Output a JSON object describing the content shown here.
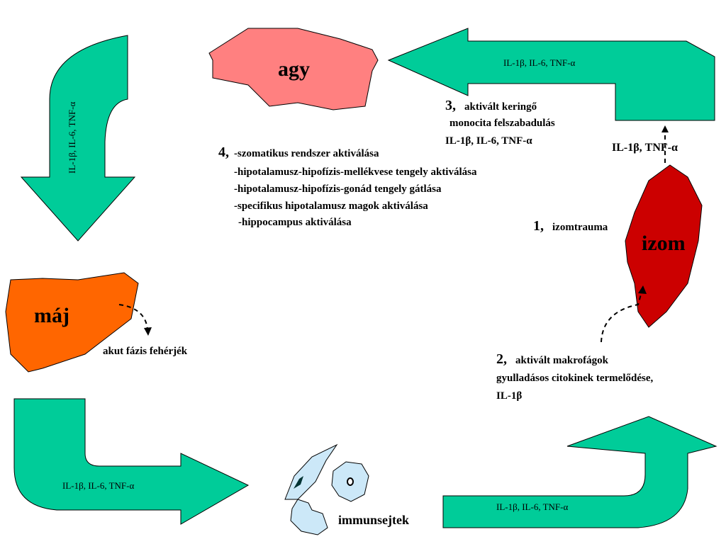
{
  "colors": {
    "arrow": "#00cc99",
    "brain": "#ff8080",
    "muscle": "#cc0000",
    "liver": "#ff6600",
    "cells": "#cce8f8"
  },
  "organs": {
    "brain": "agy",
    "muscle": "izom",
    "liver": "máj",
    "immune": "immunsejtek"
  },
  "arrows": {
    "top_right": "IL-1β, IL-6, TNF-α",
    "left_vertical": "IL-1β, IL-6, TNF-α",
    "bottom_left": "IL-1β, IL-6, TNF-α",
    "bottom_right": "IL-1β, IL-6, TNF-α"
  },
  "steps": {
    "s1": {
      "num": "1,",
      "text": "izomtrauma"
    },
    "s2": {
      "num": "2,",
      "line1": "aktivált makrofágok",
      "line2": "gyulladásos citokinek termelődése,",
      "line3": "IL-1β"
    },
    "s3": {
      "num": "3,",
      "line1": "aktivált keringő",
      "line2": "monocita felszabadulás",
      "line3": "IL-1β, IL-6, TNF-α"
    },
    "s4": {
      "num": "4,",
      "line1": "-szomatikus rendszer aktiválása",
      "items": [
        "-hipotalamusz-hipofízis-mellékvese tengely aktiválása",
        "-hipotalamusz-hipofízis-gonád tengely gátlása",
        "-specifikus hipotalamusz magok aktiválása",
        "-hippocampus aktiválása"
      ]
    }
  },
  "labels": {
    "muscle_out": "IL-1β, TNF-α",
    "liver_out": "akut fázis fehérjék"
  }
}
